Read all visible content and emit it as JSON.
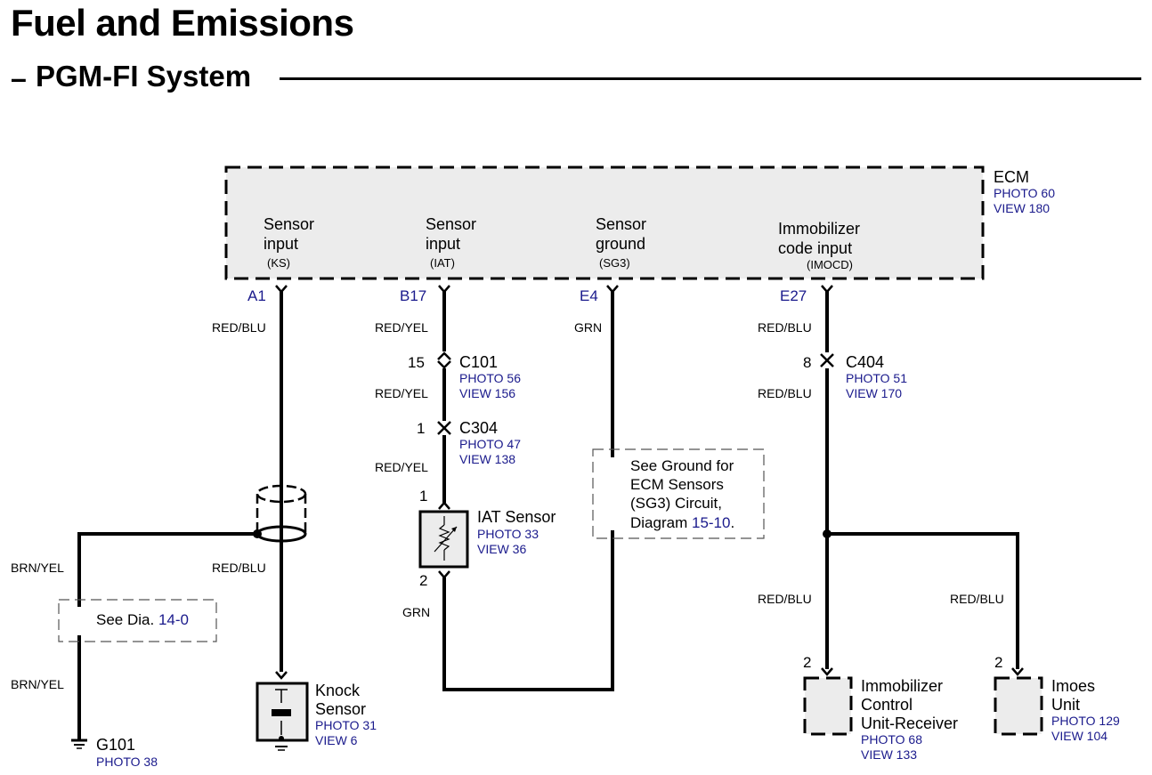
{
  "header": {
    "title": "Fuel and Emissions",
    "subtitle_dash": "–",
    "subtitle": "PGM-FI System"
  },
  "ecm": {
    "name": "ECM",
    "photo": "PHOTO 60",
    "view": "VIEW 180",
    "inputs": [
      {
        "line1": "Sensor",
        "line2": "input",
        "code": "(KS)",
        "pin": "A1"
      },
      {
        "line1": "Sensor",
        "line2": "input",
        "code": "(IAT)",
        "pin": "B17"
      },
      {
        "line1": "Sensor",
        "line2": "ground",
        "code": "(SG3)",
        "pin": "E4"
      },
      {
        "line1": "Immobilizer",
        "line2": "code input",
        "code": "(IMOCD)",
        "pin": "E27"
      }
    ]
  },
  "wires": {
    "red_blu": "RED/BLU",
    "red_yel": "RED/YEL",
    "grn": "GRN",
    "brn_yel": "BRN/YEL"
  },
  "connectors": {
    "c101": {
      "name": "C101",
      "pin": "15",
      "photo": "PHOTO 56",
      "view": "VIEW 156"
    },
    "c304": {
      "name": "C304",
      "pin": "1",
      "photo": "PHOTO 47",
      "view": "VIEW 138"
    },
    "c404": {
      "name": "C404",
      "pin": "8",
      "photo": "PHOTO 51",
      "view": "VIEW 170"
    }
  },
  "iat_sensor": {
    "name": "IAT Sensor",
    "photo": "PHOTO 33",
    "view": "VIEW 36",
    "pin_top": "1",
    "pin_bottom": "2"
  },
  "knock_sensor": {
    "line1": "Knock",
    "line2": "Sensor",
    "photo": "PHOTO 31",
    "view": "VIEW 6"
  },
  "ground": {
    "name": "G101",
    "photo": "PHOTO 38"
  },
  "see_dia": {
    "prefix": "See Dia.",
    "ref": "14-0"
  },
  "see_ground": {
    "line1": "See Ground for",
    "line2": "ECM Sensors",
    "line3": "(SG3) Circuit,",
    "line4_prefix": "Diagram",
    "line4_ref": "15-10",
    "line4_suffix": "."
  },
  "immobilizer_unit": {
    "line1": "Immobilizer",
    "line2": "Control",
    "line3": "Unit-Receiver",
    "photo": "PHOTO 68",
    "view": "VIEW 133",
    "pin": "2"
  },
  "imoes_unit": {
    "line1": "Imoes",
    "line2": "Unit",
    "photo": "PHOTO 129",
    "view": "VIEW 104",
    "pin": "2"
  }
}
